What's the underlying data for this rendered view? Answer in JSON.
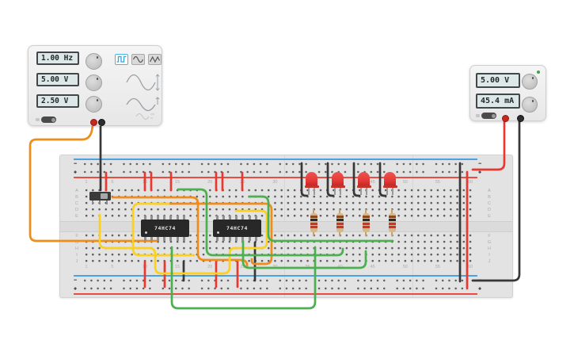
{
  "function_generator": {
    "frequency": "1.00 Hz",
    "amplitude": "5.00 V",
    "offset": "2.50 V",
    "waveforms": [
      "square",
      "sine",
      "triangle"
    ],
    "selected_waveform": "square"
  },
  "power_supply": {
    "voltage": "5.00 V",
    "current": "45.4 mA",
    "power_led_color": "#43a047"
  },
  "breadboard": {
    "column_labels": [
      1,
      5,
      10,
      15,
      20,
      25,
      30,
      35,
      40,
      45,
      50,
      55,
      60
    ],
    "row_letters_top": [
      "A",
      "B",
      "C",
      "D",
      "E"
    ],
    "row_letters_bottom": [
      "F",
      "G",
      "H",
      "I",
      "J"
    ],
    "rail_negative": "−",
    "rail_positive": "+",
    "rail_negative_color": "#5b9bd5",
    "rail_positive_color": "#e0514a"
  },
  "components": {
    "ics": [
      {
        "label": "74HC74"
      },
      {
        "label": "74HC74"
      }
    ],
    "leds": {
      "count": 4,
      "color": "#e53935"
    },
    "resistors": {
      "count": 4
    },
    "slide_switch": {
      "count": 1
    }
  },
  "wire_colors": {
    "red": "#e8382f",
    "black": "#383838",
    "orange": "#f08c1a",
    "yellow": "#fcd021",
    "green": "#4caf50"
  }
}
